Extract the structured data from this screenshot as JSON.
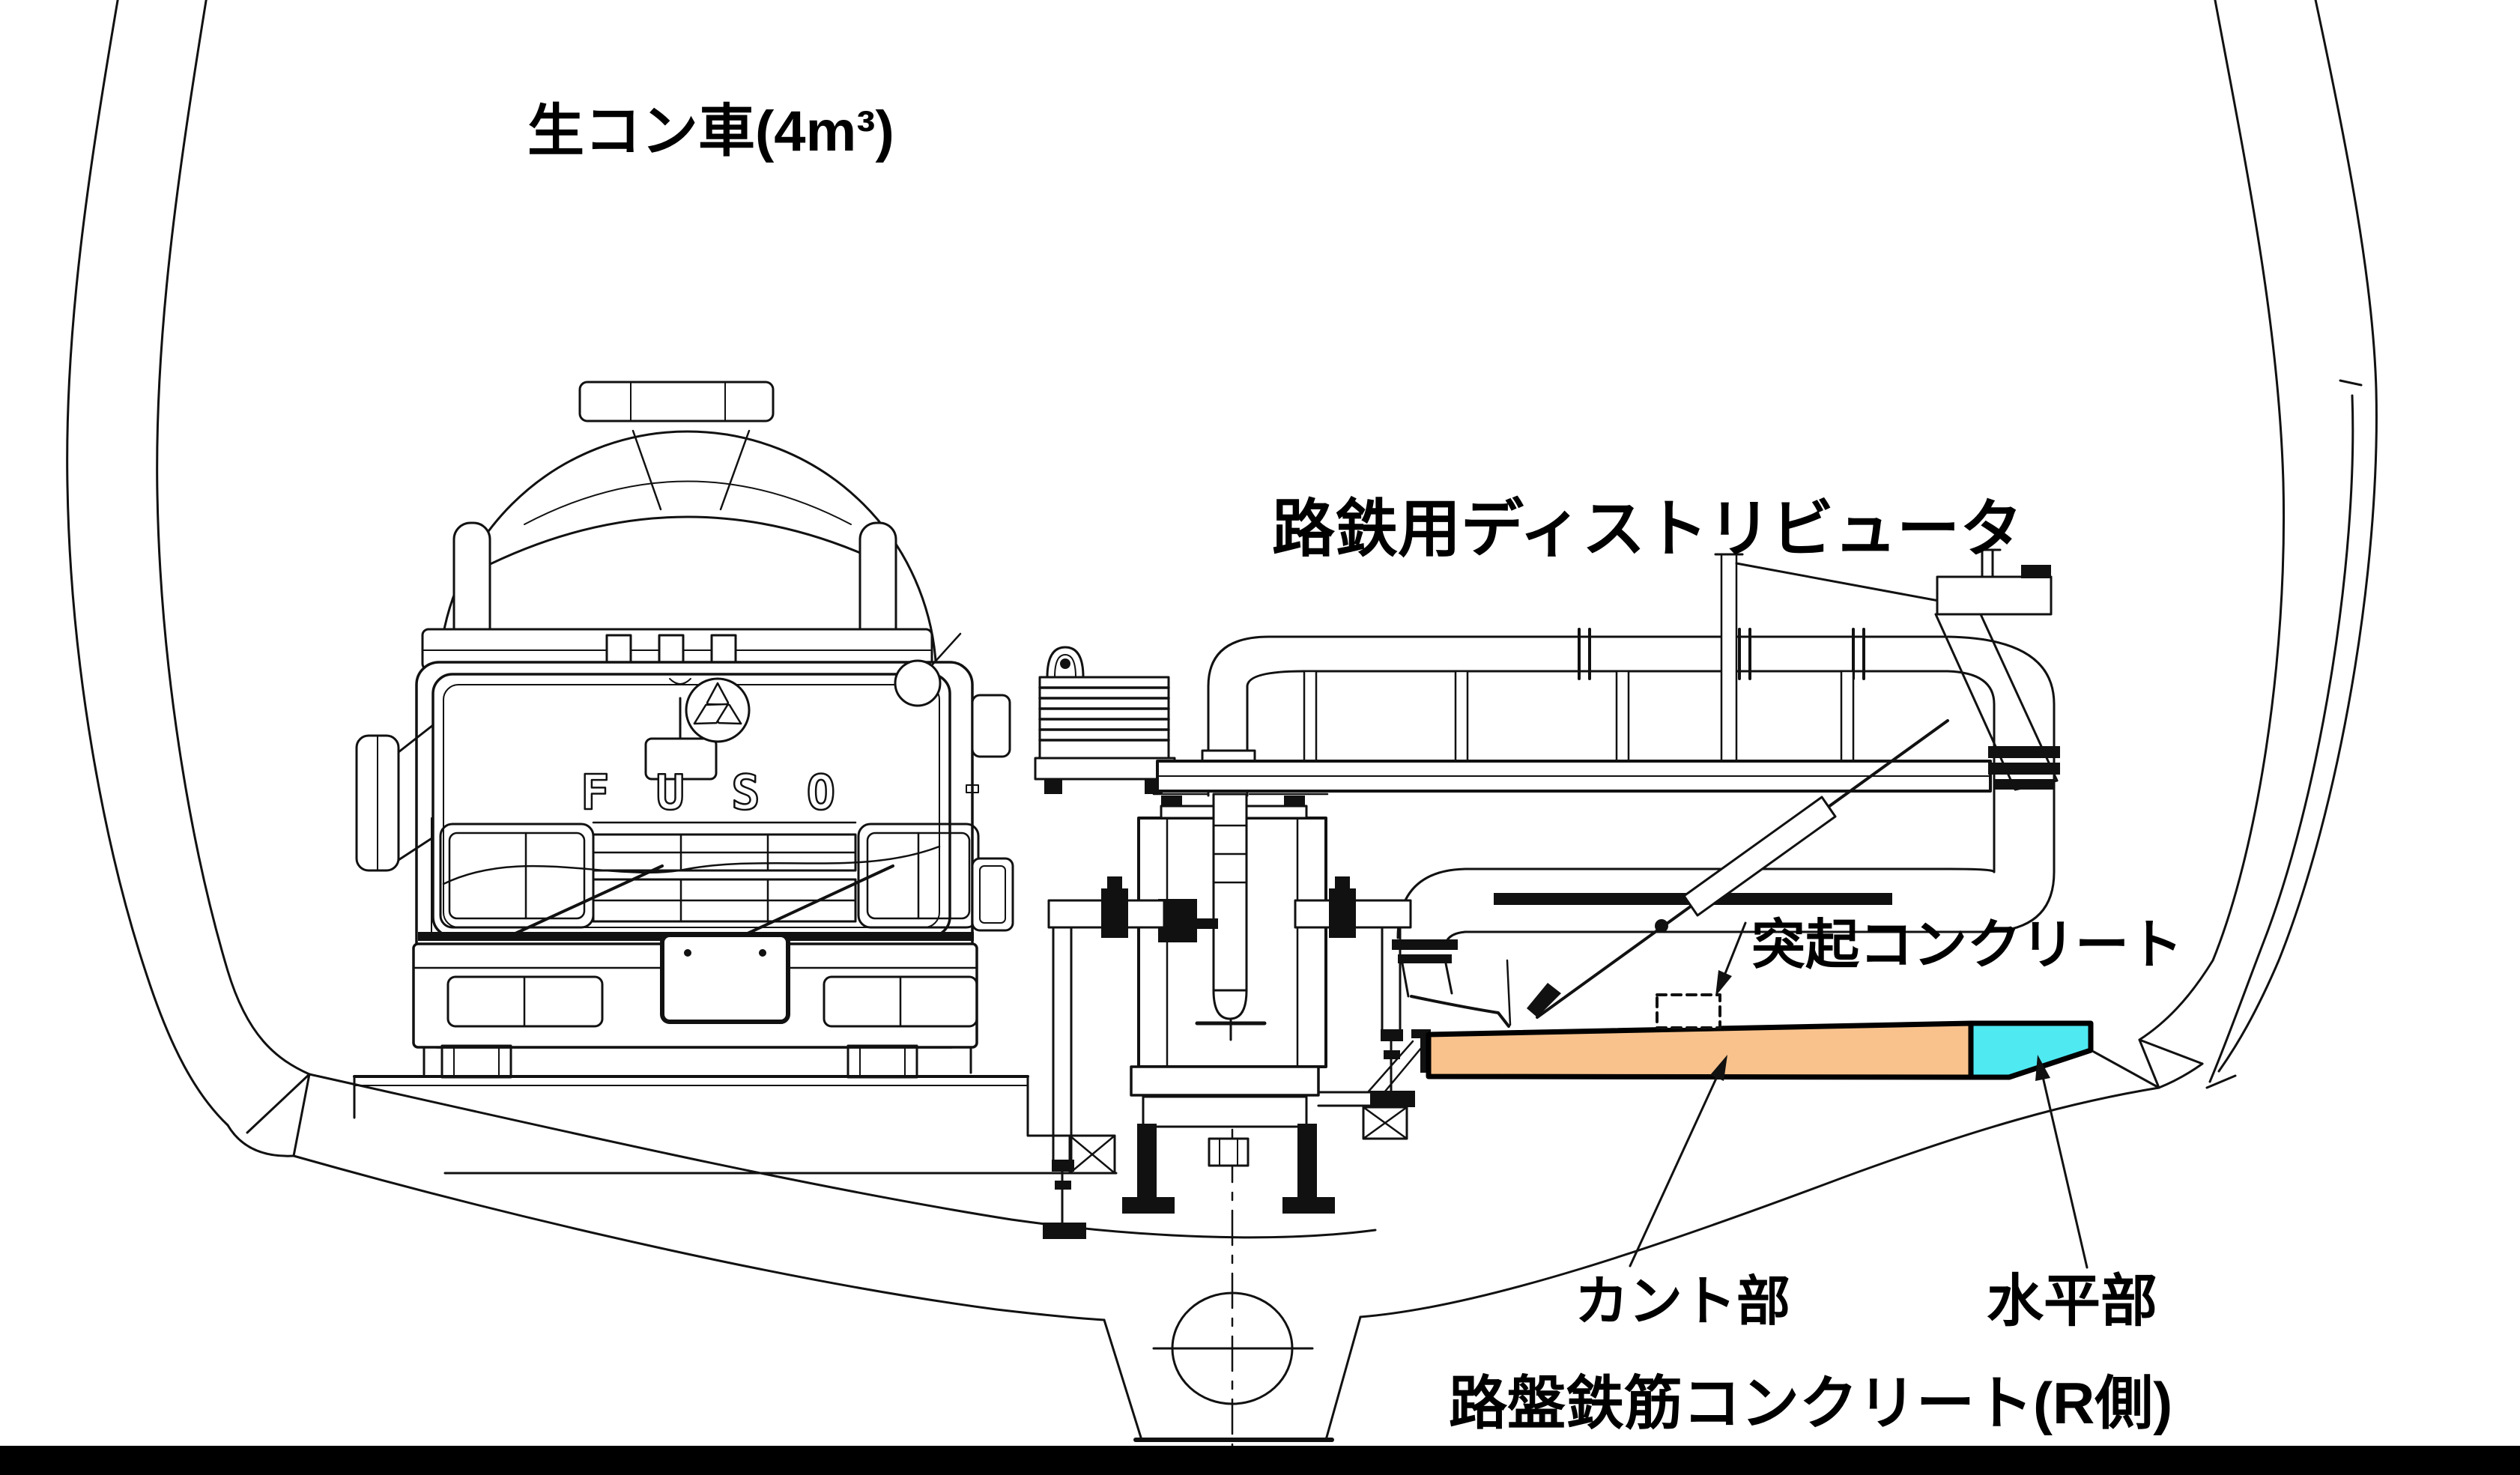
{
  "labels": {
    "truck": "生コン車(4m³)",
    "distributor": "路鉄用ディストリビュータ",
    "protrusion_concrete": "突起コンクリート",
    "cant_section": "カント部",
    "horizontal_section": "水平部",
    "roadbed": "路盤鉄筋コンクリート(R側)"
  },
  "truck": {
    "brand": "FUSO"
  },
  "colors": {
    "cant_fill": "#F9C28C",
    "horizontal_fill": "#4FE9F2",
    "line": "#111111",
    "bottom_bar": "#000000",
    "background": "#FFFFFF"
  }
}
